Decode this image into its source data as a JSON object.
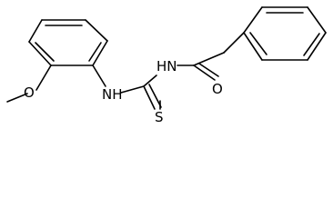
{
  "molecule": {
    "atoms": {
      "methoxy_o": "O",
      "amine_nh_left": "NH",
      "amine_nh_top": "HN",
      "thione_s": "S",
      "carbonyl_o": "O"
    },
    "colors": {
      "bond": "#000000",
      "text": "#000000",
      "background": "#ffffff"
    }
  }
}
